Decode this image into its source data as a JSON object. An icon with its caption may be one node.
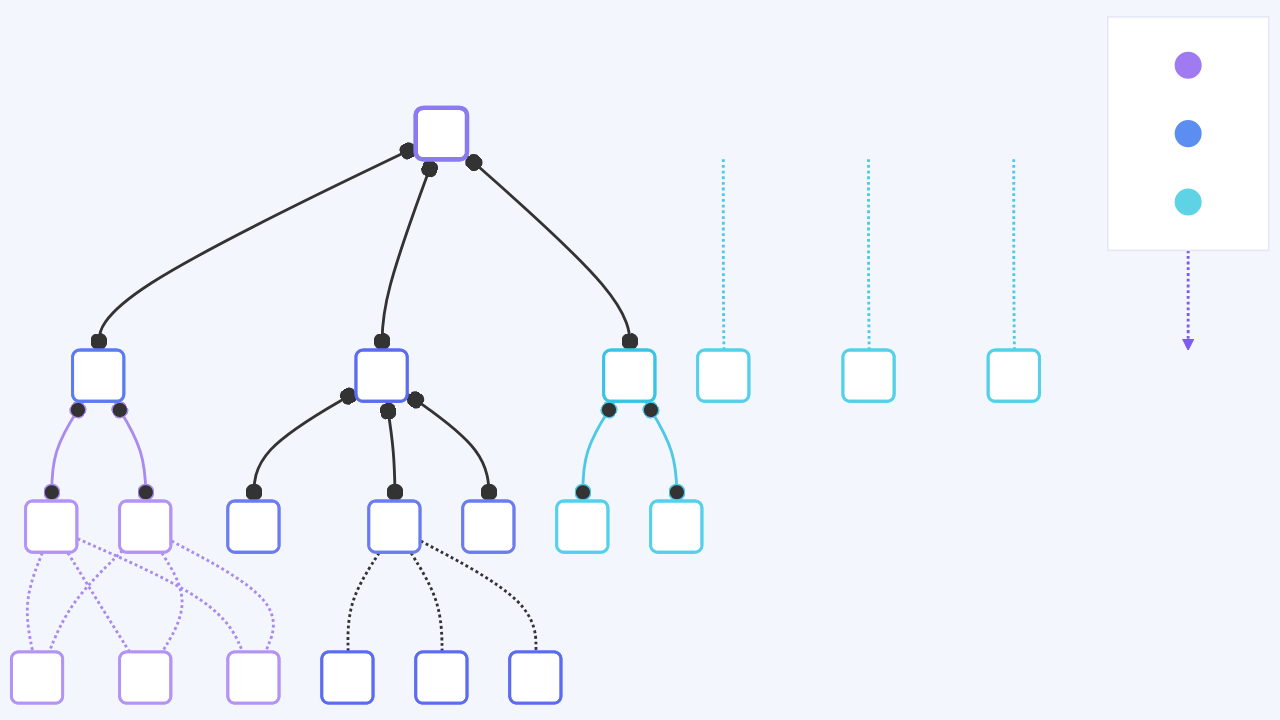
{
  "diagram": {
    "nodes": [
      {
        "text": [],
        "shape": "box"
      },
      {
        "text": [],
        "shape": "circle",
        "in": 0
      },
      {
        "text": [],
        "shape": "circle",
        "in": 0
      },
      {
        "text": [],
        "shape": "circle",
        "in": 0
      },
      {
        "text": [],
        "shape": "box"
      },
      {
        "text": [],
        "shape": "box"
      },
      {
        "text": [],
        "shape": "box"
      },
      {
        "text": [],
        "shape": "box"
      },
      {
        "text": [],
        "shape": "box"
      },
      {
        "text": [],
        "shape": "box"
      },
      {
        "text": [],
        "shape": "box"
      },
      {
        "text": [],
        "shape": "box"
      },
      {
        "text": [],
        "shape": "box"
      },
      {
        "text": [],
        "shape": "box"
      },
      {
        "text": [],
        "shape": "box"
      },
      {
        "text": [],
        "shape": "box"
      },
      {
        "text": [],
        "shape": "box"
      },
      {
        "text": [],
        "shape": "box"
      },
      {
        "text": [],
        "shape": "box"
      },
      {
        "text": [],
        "shape": "box"
      },
      {
        "text": [],
        "shape": "box"
      },
      {
        "text": [],
        "shape": "box"
      },
      {
        "text": [],
        "shape": "box"
      },
      {
        "text": [],
        "shape": "box"
      }
    ],
    "edges": [
      {
        "from": 0,
        "to": null,
        "arrow": "to",
        "style": "dashed",
        "color": "#7c5cf0"
      },
      {
        "from": 4,
        "to": 5,
        "arrow": "other"
      },
      {
        "from": 4,
        "to": 6,
        "arrow": "other"
      },
      {
        "from": 4,
        "to": 7,
        "arrow": "other"
      },
      {
        "from": 5,
        "to": 8,
        "arrow": "other",
        "color": "#a98af0"
      },
      {
        "from": 5,
        "to": 9,
        "arrow": "other",
        "color": "#a98af0"
      },
      {
        "from": 6,
        "to": 10,
        "arrow": "other"
      },
      {
        "from": 6,
        "to": 11,
        "arrow": "other"
      },
      {
        "from": 6,
        "to": 12,
        "arrow": "other"
      },
      {
        "from": 7,
        "to": 13,
        "arrow": "other",
        "color": "#4cc9e6"
      },
      {
        "from": 7,
        "to": 14,
        "arrow": "other",
        "color": "#4cc9e6"
      },
      {
        "from": 8,
        "to": 15,
        "arrow": "none",
        "style": "dashed",
        "color": "#a98af0"
      },
      {
        "from": 8,
        "to": 16,
        "arrow": "none",
        "style": "dashed",
        "color": "#a98af0"
      },
      {
        "from": 8,
        "to": 17,
        "arrow": "none",
        "style": "dashed",
        "color": "#a98af0"
      },
      {
        "from": 9,
        "to": 15,
        "arrow": "none",
        "style": "dashed",
        "color": "#a98af0"
      },
      {
        "from": 9,
        "to": 16,
        "arrow": "none",
        "style": "dashed",
        "color": "#a98af0"
      },
      {
        "from": 9,
        "to": 17,
        "arrow": "none",
        "style": "dashed",
        "color": "#a98af0"
      },
      {
        "from": 11,
        "to": 18,
        "arrow": "none",
        "style": "dashed"
      },
      {
        "from": 11,
        "to": 19,
        "arrow": "none",
        "style": "dashed"
      },
      {
        "from": 11,
        "to": 20,
        "arrow": "none",
        "style": "dashed"
      },
      {
        "from": null,
        "to": 21,
        "arrow": "none",
        "style": "dashed",
        "color": "#4cc9e6"
      },
      {
        "from": null,
        "to": 22,
        "arrow": "none",
        "style": "dashed",
        "color": "#4cc9e6"
      },
      {
        "from": null,
        "to": 23,
        "arrow": "none",
        "style": "dashed",
        "color": "#4cc9e6"
      }
    ]
  }
}
